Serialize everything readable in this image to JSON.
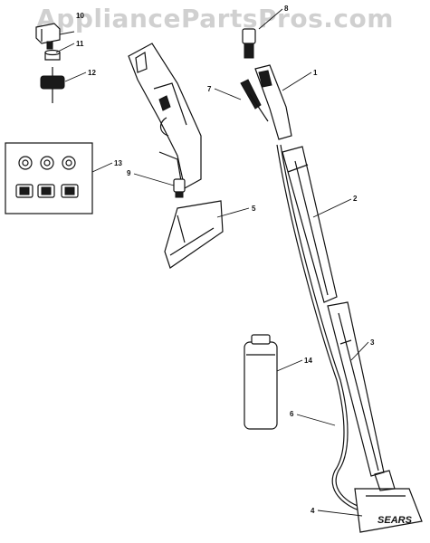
{
  "watermark": "AppliancePartsPros.com",
  "brand_label": "SEARS",
  "callouts": {
    "c1": "1",
    "c2": "2",
    "c3": "3",
    "c4": "4",
    "c5": "5",
    "c6": "6",
    "c7": "7",
    "c8": "8",
    "c9": "9",
    "c10": "10",
    "c11": "11",
    "c12": "12",
    "c13": "13",
    "c14": "14"
  }
}
